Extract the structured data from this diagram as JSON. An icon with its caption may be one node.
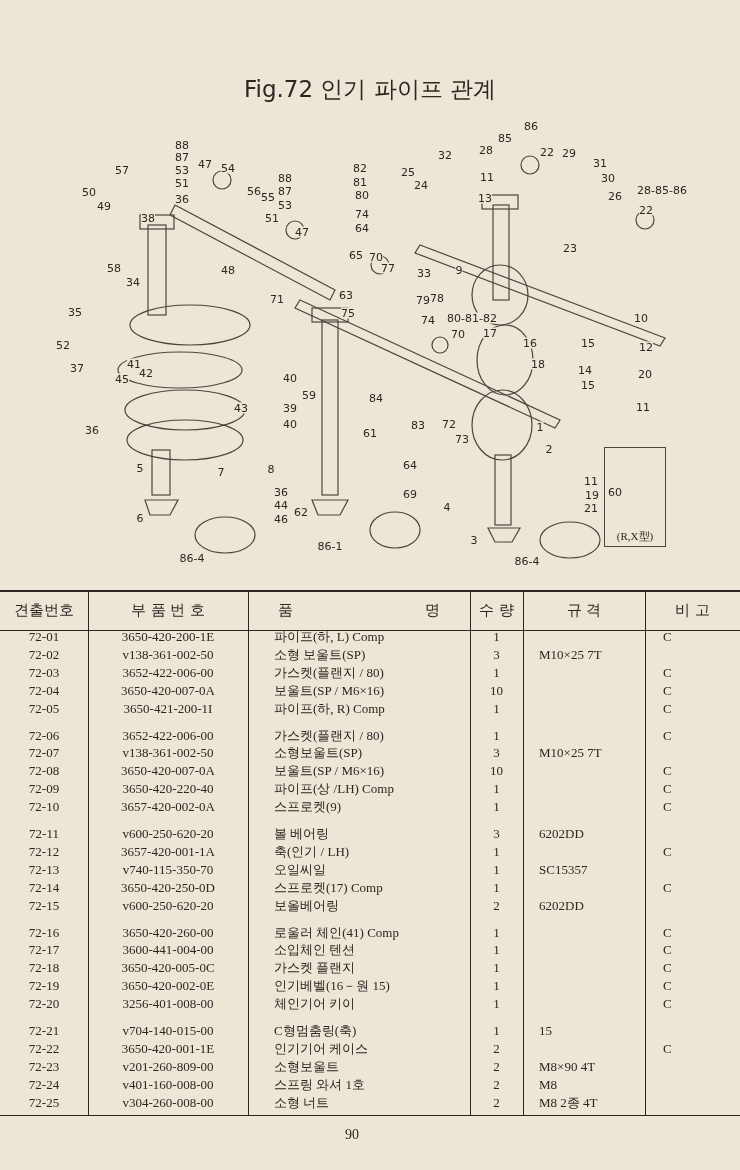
{
  "diagram": {
    "title": "Fig.72 인기 파이프 관계",
    "nodes": [
      {
        "text": [
          "(R,X型)"
        ]
      }
    ],
    "labels": [
      "88",
      "87",
      "53",
      "51",
      "36",
      "57",
      "50",
      "49",
      "47",
      "54",
      "56",
      "55",
      "88",
      "87",
      "53",
      "51",
      "47",
      "38",
      "58",
      "48",
      "34",
      "82",
      "81",
      "80",
      "74",
      "64",
      "65",
      "70",
      "77",
      "63",
      "75",
      "71",
      "86",
      "85",
      "28",
      "11",
      "13",
      "25",
      "24",
      "32",
      "22",
      "29",
      "31",
      "30",
      "26",
      "28-85-86",
      "22",
      "23",
      "33",
      "9",
      "79",
      "78",
      "74",
      "80-81-82",
      "70",
      "17",
      "16",
      "18",
      "15",
      "14",
      "15",
      "10",
      "12",
      "20",
      "11",
      "35",
      "52",
      "37",
      "41",
      "42",
      "45",
      "40",
      "43",
      "39",
      "40",
      "36",
      "84",
      "83",
      "72",
      "73",
      "1",
      "2",
      "61",
      "59",
      "5",
      "7",
      "8",
      "36",
      "44",
      "6",
      "46",
      "64",
      "69",
      "62",
      "4",
      "11",
      "19",
      "21",
      "60",
      "86-1",
      "86-4",
      "3",
      "86-4",
      "견출번호",
      "부 품 번 호",
      "품",
      "명",
      "수 량",
      "규 격",
      "비 고",
      "72-01",
      "3650-420-200-1E",
      "파이프(하, L) Comp",
      "1",
      "C",
      "72-02",
      "v138-361-002-50",
      "소형 보울트(SP)",
      "3",
      "M10×25 7T",
      "72-03",
      "3652-422-006-00",
      "가스켓(플랜지 / 80)",
      "1",
      "C",
      "72-04",
      "3650-420-007-0A",
      "보울트(SP / M6×16)",
      "10",
      "C",
      "72-05",
      "3650-421-200-1I",
      "파이프(하, R) Comp",
      "1",
      "C",
      "72-06",
      "3652-422-006-00",
      "가스켓(플랜지 / 80)",
      "1",
      "C",
      "72-07",
      "v138-361-002-50",
      "소형보울트(SP)",
      "3",
      "M10×25 7T",
      "72-08",
      "3650-420-007-0A",
      "보울트(SP / M6×16)",
      "10",
      "C",
      "72-09",
      "3650-420-220-40",
      "파이프(상 /LH) Comp",
      "1",
      "C",
      "72-10",
      "3657-420-002-0A",
      "스프로켓(9)",
      "1",
      "C",
      "72-11",
      "v600-250-620-20",
      "볼 베어링",
      "3",
      "6202DD",
      "72-12",
      "3657-420-001-1A",
      "축(인기 / LH)",
      "1",
      "C",
      "72-13",
      "v740-115-350-70",
      "오일씨일",
      "1",
      "SC15357",
      "72-14",
      "3650-420-250-0D",
      "스프로켓(17) Comp",
      "1",
      "C",
      "72-15",
      "v600-250-620-20",
      "보올베어링",
      "2",
      "6202DD",
      "72-16",
      "3650-420-260-00",
      "로울러 체인(41) Comp",
      "1",
      "C",
      "72-17",
      "3600-441-004-00",
      "소입체인 텐션",
      "1",
      "C",
      "72-18",
      "3650-420-005-0C",
      "가스켓 플랜지",
      "1",
      "C",
      "72-19",
      "3650-420-002-0E",
      "인기베벨(16－원 15)",
      "1",
      "C",
      "72-20",
      "3256-401-008-00",
      "체인기어 키이",
      "1",
      "C",
      "72-21",
      "v704-140-015-00",
      "C형멈춤링(축)",
      "1",
      "15",
      "72-22",
      "3650-420-001-1E",
      "인기기어 케이스",
      "2",
      "C",
      "72-23",
      "v201-260-809-00",
      "소형보울트",
      "2",
      "M8×90 4T",
      "72-24",
      "v401-160-008-00",
      "스프링 와셔 1호",
      "2",
      "M8",
      "72-25",
      "v304-260-008-00",
      "소형 너트",
      "2",
      "M8 2종 4T",
      "90"
    ]
  }
}
